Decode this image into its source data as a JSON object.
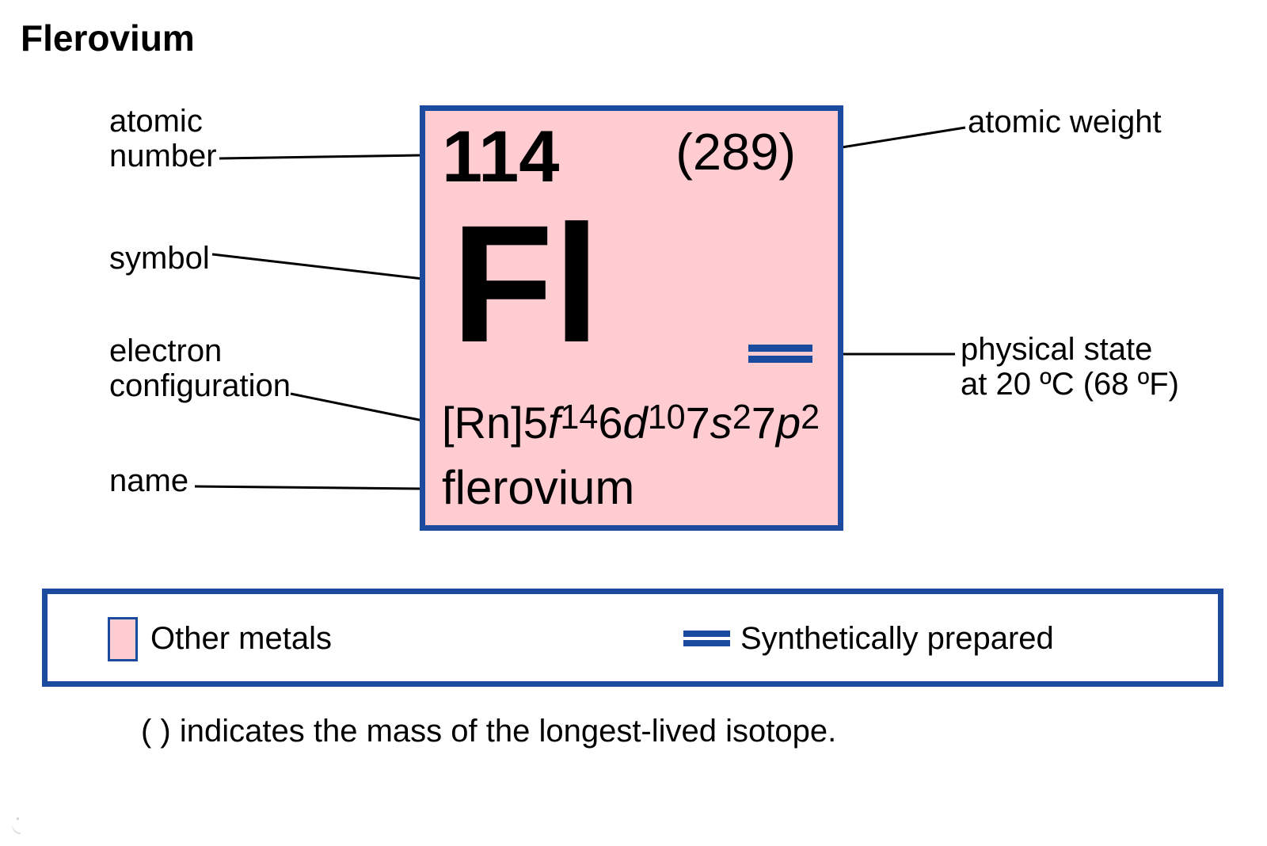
{
  "title": "Flerovium",
  "card": {
    "atomic_number": "114",
    "atomic_weight": "(289)",
    "symbol": "Fl",
    "name": "flerovium",
    "electron_configuration_segments": [
      {
        "text": "[Rn]5",
        "style": "normal"
      },
      {
        "text": "f",
        "style": "italic"
      },
      {
        "text": "14",
        "style": "sup"
      },
      {
        "text": "6",
        "style": "normal"
      },
      {
        "text": "d",
        "style": "italic"
      },
      {
        "text": "10",
        "style": "sup"
      },
      {
        "text": "7",
        "style": "normal"
      },
      {
        "text": "s",
        "style": "italic"
      },
      {
        "text": "2",
        "style": "sup"
      },
      {
        "text": "7",
        "style": "normal"
      },
      {
        "text": "p",
        "style": "italic"
      },
      {
        "text": "2",
        "style": "sup"
      }
    ]
  },
  "callouts": {
    "atomic_number": "atomic\nnumber",
    "symbol": "symbol",
    "electron_configuration": "electron\nconfiguration",
    "name": "name",
    "atomic_weight": "atomic weight",
    "physical_state": "physical state\nat 20 ºC (68 ºF)"
  },
  "legend": {
    "other_metals_label": "Other metals",
    "synthetically_prepared_label": "Synthetically prepared"
  },
  "footnote": "( ) indicates the mass of the longest-lived isotope.",
  "icons": {
    "physical_state_marker": "double-line-icon",
    "legend_category_marker": "pink-swatch-icon",
    "legend_synthetic_marker": "double-line-icon"
  },
  "colors": {
    "accent_blue": "#1a4b9f",
    "card_fill": "#ffccd2",
    "text": "#000000"
  }
}
